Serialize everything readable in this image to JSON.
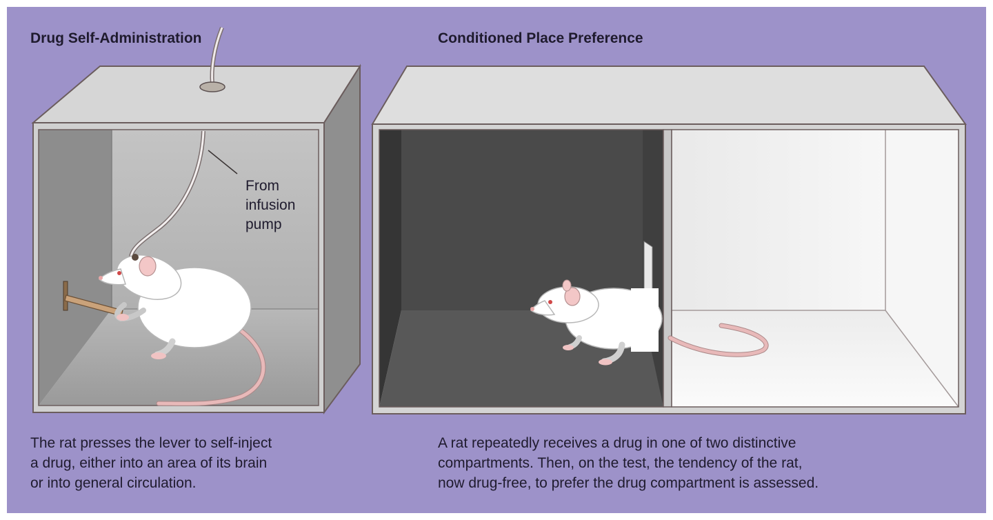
{
  "panels": {
    "left": {
      "title": "Drug Self-Administration",
      "label": "From\ninfusion\npump",
      "caption": "The rat presses the lever to self-inject\na drug, either into an area of its brain\nor into general circulation."
    },
    "right": {
      "title": "Conditioned Place Preference",
      "caption": "A rat repeatedly receives a drug in one of two distinctive\ncompartments. Then, on the test, the tendency of the rat,\nnow drug-free, to prefer the drug compartment is assessed."
    }
  },
  "colors": {
    "background": "#9d92c9",
    "box_top": "#dcdcdc",
    "dark_compartment": "#4a4a4a",
    "light_compartment": "#f2f2f2",
    "rat_body": "#ffffff",
    "rat_tail": "#e8b9b9"
  }
}
